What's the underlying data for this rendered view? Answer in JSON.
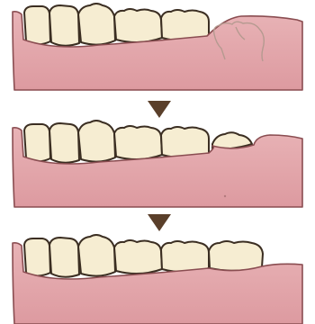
{
  "colors": {
    "tooth_fill": "#f6edd2",
    "tooth_outline": "#3b2e22",
    "gum_fill": "#e3a3a8",
    "gum_outline": "#8a4d51",
    "arrow": "#5a3f2a",
    "impacted_outline": "#b59a90"
  },
  "panels": [
    {
      "stage": "impacted",
      "teeth_visible": 5
    },
    {
      "stage": "erupting",
      "teeth_visible": 6
    },
    {
      "stage": "erupted",
      "teeth_visible": 6
    }
  ],
  "arrows": [
    {
      "direction": "down",
      "icon": "down-triangle-icon"
    },
    {
      "direction": "down",
      "icon": "down-triangle-icon"
    }
  ]
}
